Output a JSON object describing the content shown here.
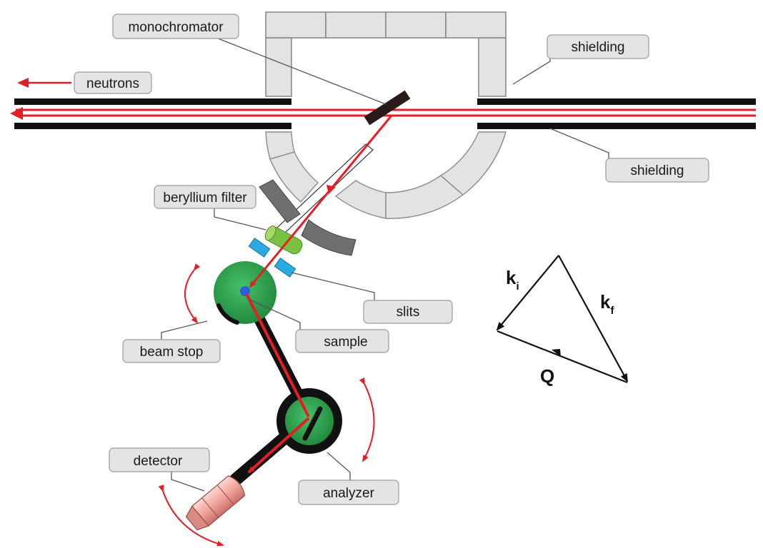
{
  "labels": {
    "monochromator": "monochromator",
    "shielding_top": "shielding",
    "neutrons": "neutrons",
    "shielding_right": "shielding",
    "beryllium_filter": "beryllium filter",
    "slits": "slits",
    "sample": "sample",
    "beam_stop": "beam stop",
    "detector": "detector",
    "analyzer": "analyzer"
  },
  "vectors": {
    "ki": "k",
    "ki_sub": "i",
    "kf": "k",
    "kf_sub": "f",
    "q": "Q"
  },
  "colors": {
    "beam": "#e31e24",
    "label_fill": "#e4e4e4",
    "sample_disk": "#2fa84f",
    "analyzer_disk": "#2fa84f",
    "filter": "#7ac142",
    "slit": "#29abe2",
    "detector": "#f2a8a0",
    "shield_block": "#e3e3e3"
  }
}
